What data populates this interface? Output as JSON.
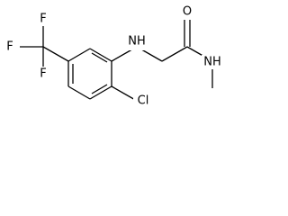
{
  "molecule": {
    "atoms": {
      "fluorine_top": "F",
      "fluorine_left": "F",
      "fluorine_bottom": "F",
      "amine_nh": "NH",
      "amide_oxygen": "O",
      "amide_nh": "NH",
      "chlorine": "Cl"
    },
    "colors": {
      "bond": "#000000",
      "label": "#000000",
      "background": "#ffffff"
    }
  }
}
